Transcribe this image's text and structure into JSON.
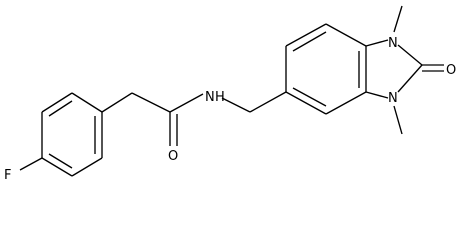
{
  "atoms": {
    "fluorine": "F",
    "oxygen_amide": "O",
    "nitrogen_amide": "H",
    "nitrogen_amide_n": "N",
    "nitrogen_top": "N",
    "nitrogen_bottom": "N",
    "oxygen_urea": "O"
  },
  "colors": {
    "bond": "#000000",
    "background": "#ffffff"
  }
}
